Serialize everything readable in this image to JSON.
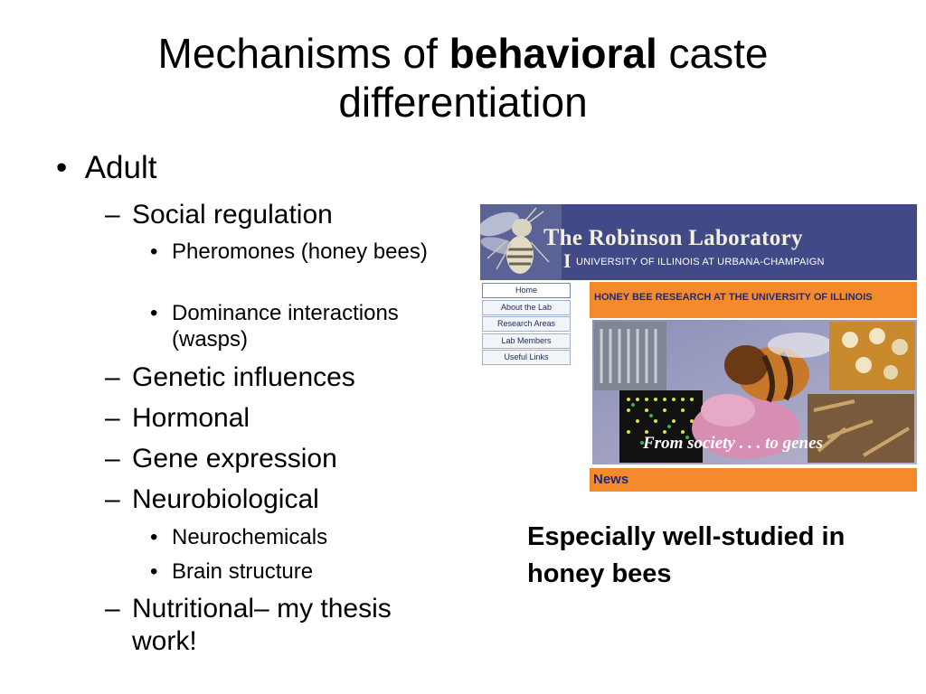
{
  "slide": {
    "title_before": "Mechanisms of ",
    "title_bold": "behavioral",
    "title_after": " caste",
    "title_line2": "differentiation",
    "bullet_l1": "Adult",
    "items": {
      "social": "Social regulation",
      "pheromones": "Pheromones (honey bees)",
      "dominance": "Dominance interactions (wasps)",
      "genetic": "Genetic influences",
      "hormonal": "Hormonal",
      "gene_expr": "Gene expression",
      "neuro": "Neurobiological",
      "neurochem": "Neurochemicals",
      "brain": "Brain structure",
      "nutritional": "Nutritional– my thesis work!"
    },
    "caption": "Especially well-studied in honey bees"
  },
  "website": {
    "lab_title_t": "T",
    "lab_title_rest": "he Robinson Laboratory",
    "univ_i": "I",
    "univ_rest": "UNIVERSITY OF ILLINOIS AT URBANA-CHAMPAIGN",
    "nav": [
      "Home",
      "About the Lab",
      "Research Areas",
      "Lab Members",
      "Useful Links"
    ],
    "headline": "HONEY BEE RESEARCH AT THE UNIVERSITY OF ILLINOIS",
    "collage_tagline": "From society . . . to genes",
    "news": "News",
    "colors": {
      "banner": "#414a86",
      "orange": "#f58a2d",
      "link_blue": "#1f2a78"
    }
  }
}
